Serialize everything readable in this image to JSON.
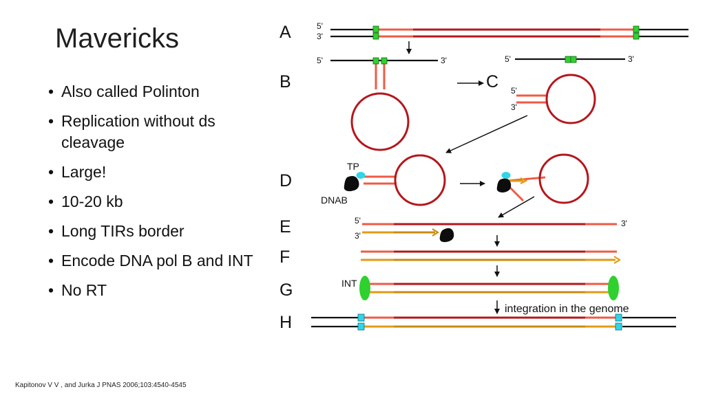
{
  "slide": {
    "title": "Mavericks",
    "bullets": [
      "Also called Polinton",
      "Replication without ds cleavage",
      "Large!",
      "10-20 kb",
      "Long TIRs border",
      "Encode DNA pol B and INT",
      "No RT"
    ],
    "citation": "Kapitonov V V , and Jurka J PNAS 2006;103:4540-4545"
  },
  "figure": {
    "panel_labels": [
      "A",
      "B",
      "C",
      "D",
      "E",
      "F",
      "G",
      "H"
    ],
    "end_5": "5'",
    "end_3": "3'",
    "label_tp": "TP",
    "label_dnab": "DNAB",
    "label_int": "INT",
    "label_integration": "integration in the genome"
  },
  "colors": {
    "dark_red": "#b5161b",
    "light_red": "#ef5a45",
    "orange": "#e39a14",
    "dark_orange": "#c98a10",
    "green": "#2fd12f",
    "cyan": "#2ed6e8",
    "black": "#111111"
  }
}
